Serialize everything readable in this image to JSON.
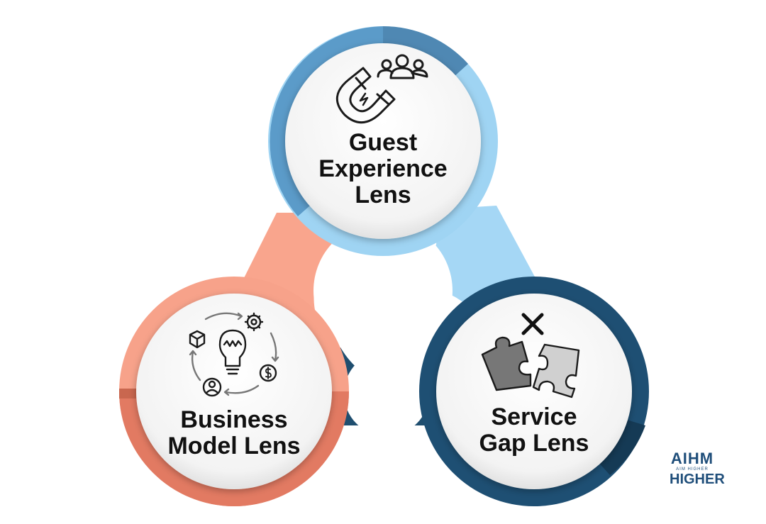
{
  "diagram": {
    "lenses": [
      {
        "id": "guest",
        "lines": [
          "Guest",
          "Experience",
          "Lens"
        ],
        "icon": "magnet-people-icon",
        "ring_colors": [
          "#5b9bc9",
          "#9fd4f3",
          "#3e5f7a"
        ]
      },
      {
        "id": "business",
        "lines": [
          "Business",
          "Model Lens"
        ],
        "icon": "lightbulb-cycle-icon",
        "ring_colors": [
          "#f7a28a",
          "#e27a62",
          "#c9674f"
        ]
      },
      {
        "id": "service",
        "lines": [
          "Service",
          "Gap Lens"
        ],
        "icon": "puzzle-mismatch-icon",
        "ring_colors": [
          "#1e4f73",
          "#153a55"
        ]
      }
    ],
    "connector_colors": {
      "pink": "#f9a58d",
      "light_blue": "#a5d7f5",
      "dark_blue": "#1f4e6f"
    }
  },
  "logo": {
    "top": "AIHM",
    "middle": "AIM HIGHER",
    "bottom": "HIGHER",
    "color": "#1f4e7a"
  }
}
